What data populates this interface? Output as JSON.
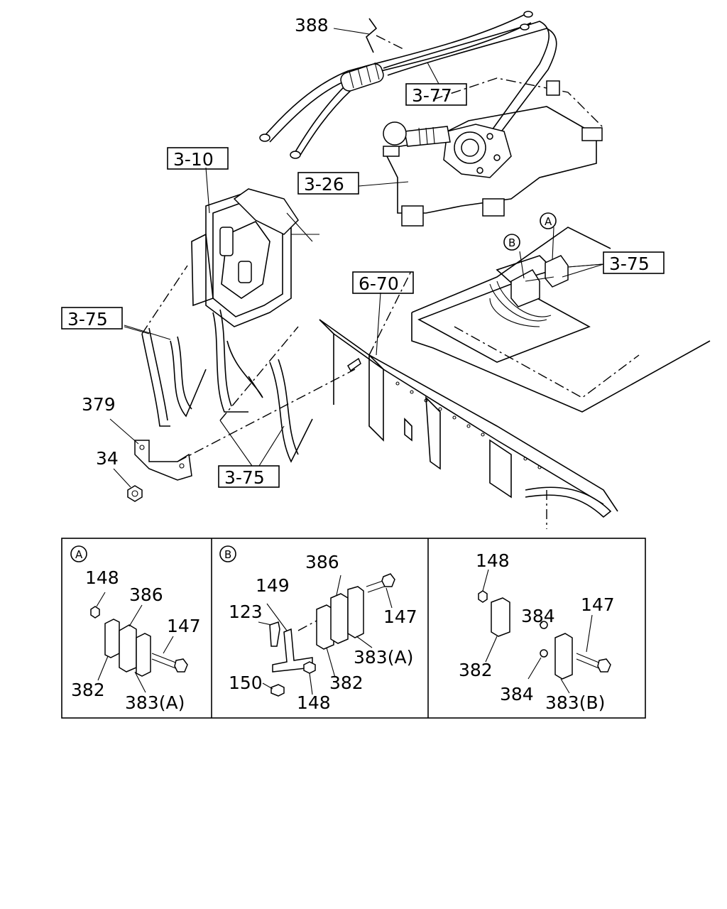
{
  "refs": {
    "r377": "3-77",
    "r326": "3-26",
    "r310": "3-10",
    "r375_right": "3-75",
    "r375_left": "3-75",
    "r375_bottom": "3-75",
    "r670": "6-70"
  },
  "main_labels": {
    "p388": "388",
    "p379": "379",
    "p34": "34"
  },
  "callouts": {
    "a": "A",
    "b": "B"
  },
  "panel_a": {
    "mark": "A",
    "p148": "148",
    "p386": "386",
    "p147": "147",
    "p382": "382",
    "p383": "383(A)"
  },
  "panel_b": {
    "mark": "B",
    "p386": "386",
    "p149": "149",
    "p123": "123",
    "p147": "147",
    "p383": "383(A)",
    "p382": "382",
    "p150": "150",
    "p148": "148"
  },
  "panel_c": {
    "p148": "148",
    "p384_top": "384",
    "p147": "147",
    "p382": "382",
    "p384_bottom": "384",
    "p383": "383(B)"
  }
}
